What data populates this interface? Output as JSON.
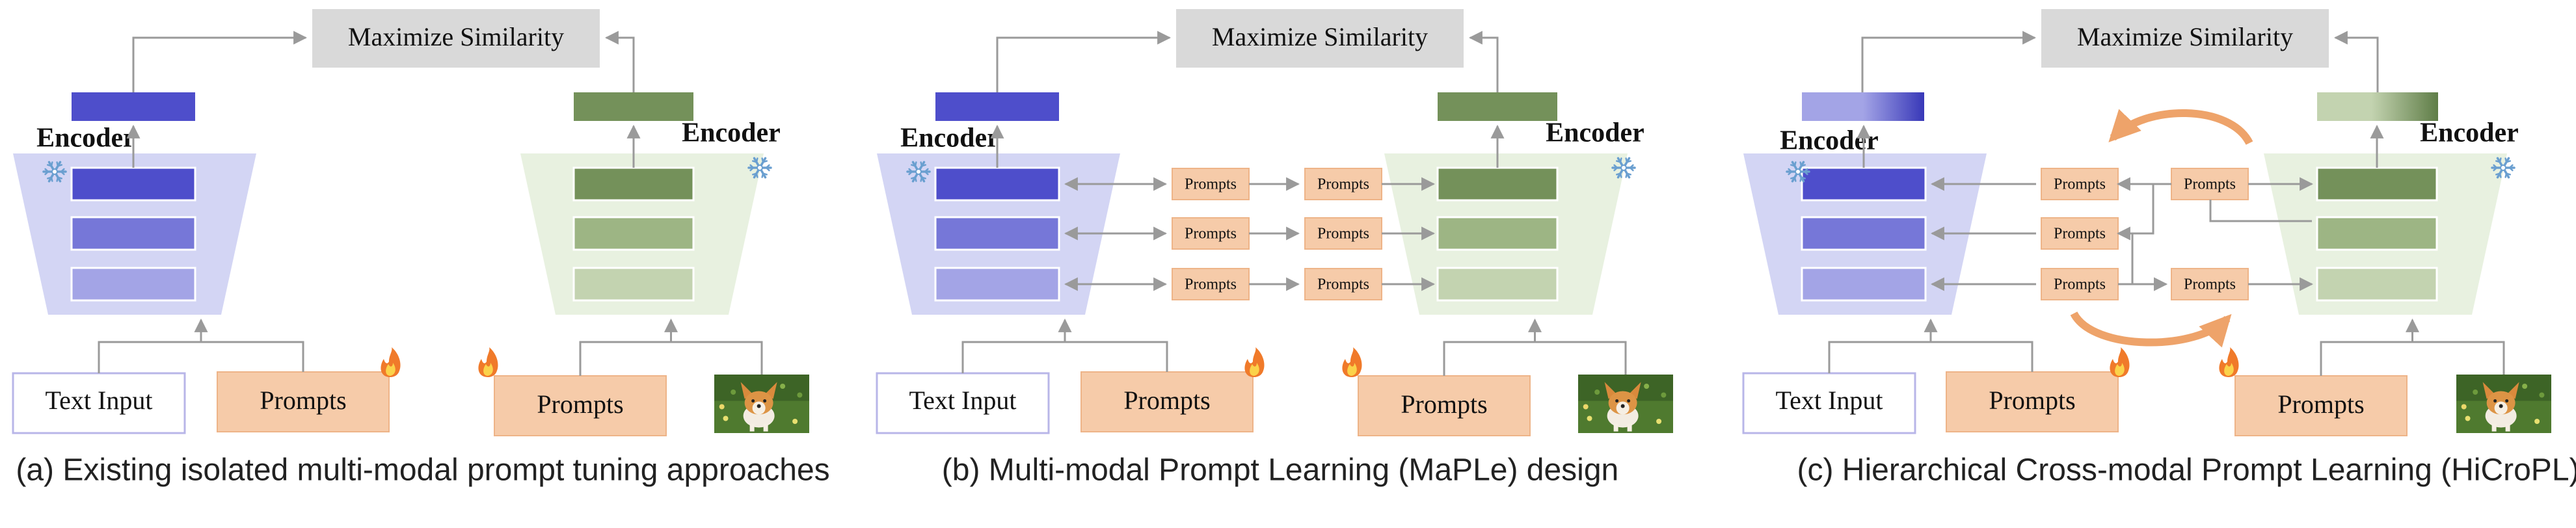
{
  "colors": {
    "blue_dark": "#4e4ecb",
    "blue_mid": "#7677d8",
    "blue_light": "#a3a4e6",
    "blue_trapezoid": "#d3d5f4",
    "green_dark": "#74915a",
    "green_mid": "#9db584",
    "green_light": "#c3d3b0",
    "green_trapezoid": "#e8f1e0",
    "prompt_fill": "#f6cba9",
    "prompt_border": "#eeb488",
    "gray_box": "#d9d9d9",
    "arrow_gray": "#9a9a9a",
    "orange_arrow": "#eea36a"
  },
  "common": {
    "maximize_similarity": "Maximize Similarity",
    "encoder": "Encoder",
    "text_input": "Text Input",
    "prompts": "Prompts",
    "prompts_small": "Prompts"
  },
  "panels": [
    {
      "id": "a",
      "caption": "(a) Existing isolated multi-modal prompt tuning approaches"
    },
    {
      "id": "b",
      "caption": "(b) Multi-modal Prompt Learning (MaPLe) design"
    },
    {
      "id": "c",
      "caption": "(c) Hierarchical Cross-modal Prompt Learning (HiCroPL)"
    }
  ],
  "icons": {
    "frozen": "snowflake-icon",
    "trainable": "flame-icon",
    "image": "corgi-dog-photo"
  }
}
